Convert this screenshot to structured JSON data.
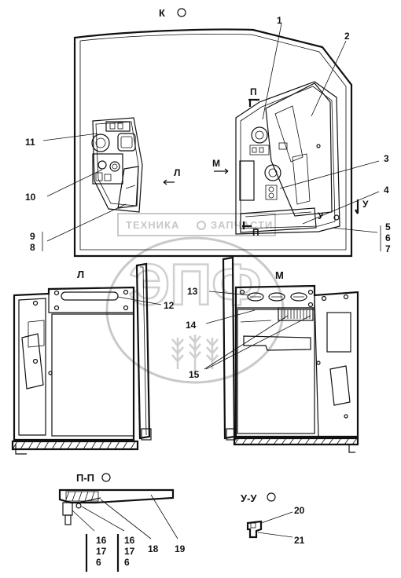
{
  "views": {
    "k": "К",
    "l": "Л",
    "m": "М",
    "pp": "П-П",
    "uu": "У-У"
  },
  "section_marks": {
    "l_arrow": "Л",
    "m_arrow": "М",
    "p_top": "П",
    "p_bottom": "П",
    "u_right": "У",
    "u_left": "У"
  },
  "callouts": {
    "c1": "1",
    "c2": "2",
    "c3": "3",
    "c4": "4",
    "c5": "5",
    "c6": "6",
    "c7": "7",
    "c8": "8",
    "c9": "9",
    "c10": "10",
    "c11": "11",
    "c12": "12",
    "c13": "13",
    "c14": "14",
    "c15": "15",
    "c16a": "16",
    "c17a": "17",
    "c6a": "6",
    "c16b": "16",
    "c17b": "17",
    "c6b": "6",
    "c18": "18",
    "c19": "19",
    "c20": "20",
    "c21": "21"
  },
  "watermark": {
    "text_left": "ТЕХНИКА",
    "text_right": "ЗАПЧАСТИ",
    "logo_letters": "ЭПФ"
  }
}
